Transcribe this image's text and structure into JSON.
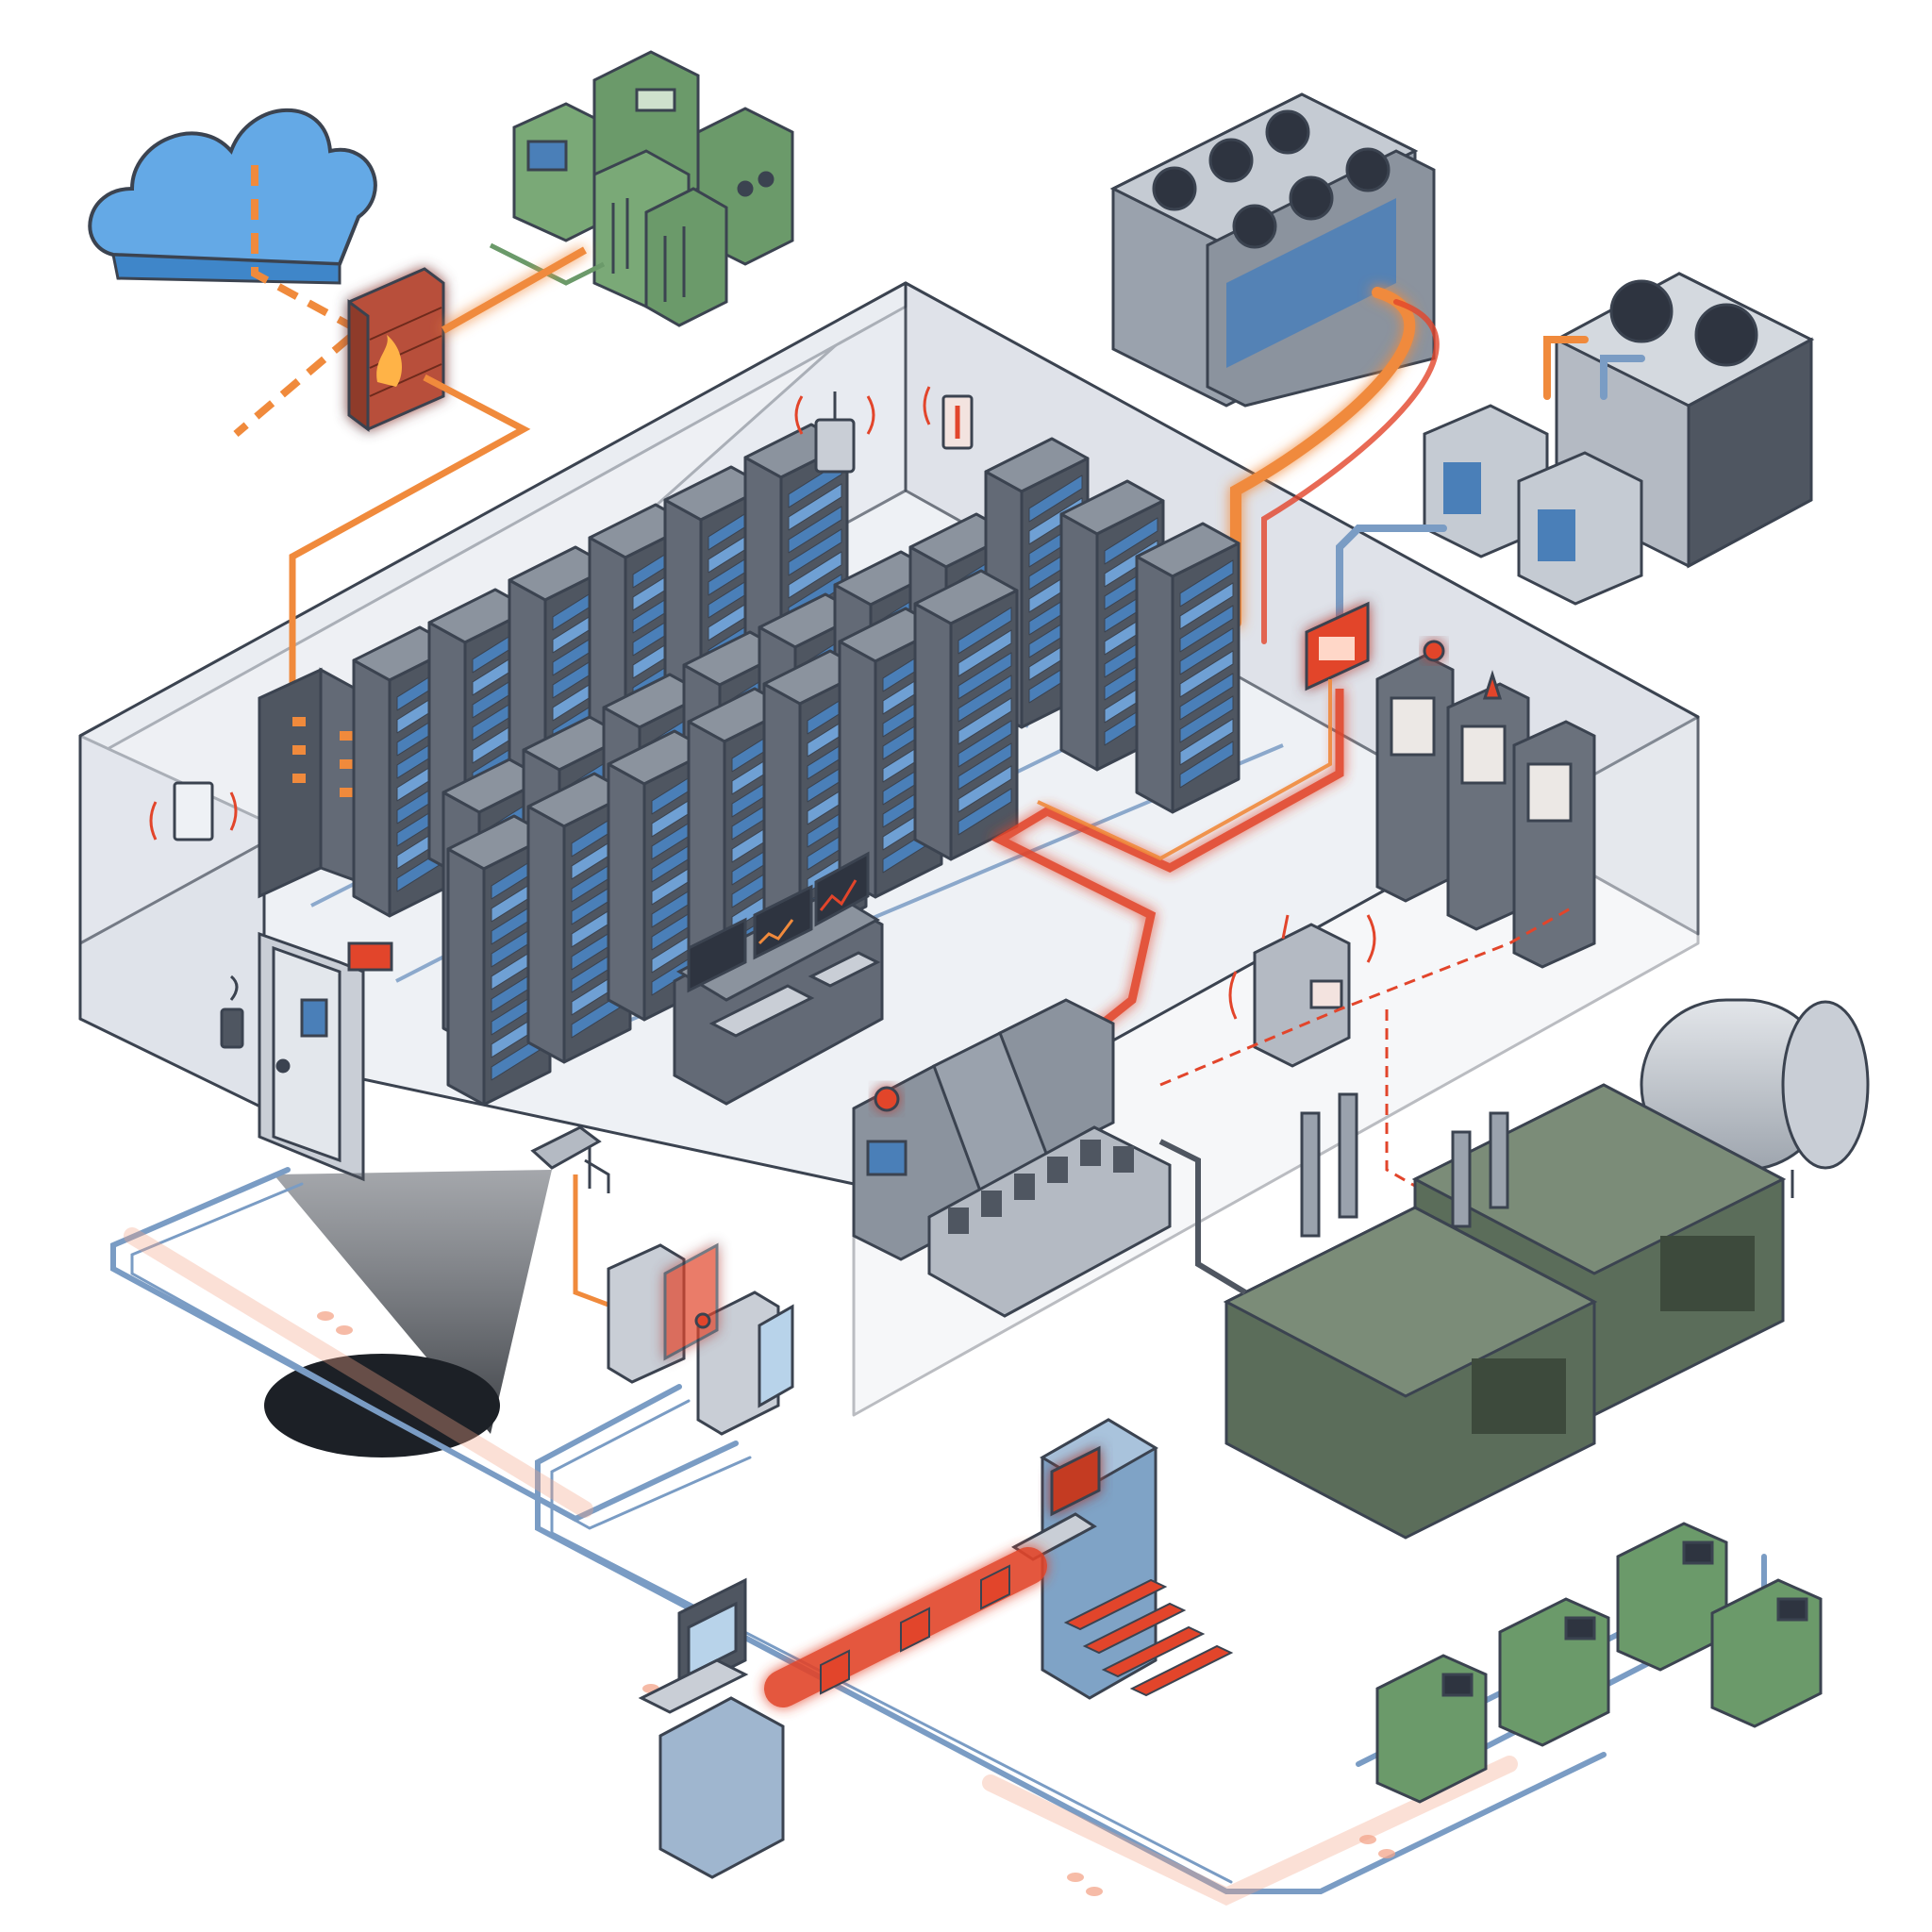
{
  "diagram": {
    "kind": "isometric data center security and infrastructure illustration",
    "text_labels": []
  },
  "nodes": [
    {
      "id": "cloud",
      "icon": "cloud-icon"
    },
    {
      "id": "firewall",
      "icon": "firewall-brick-icon"
    },
    {
      "id": "external-servers",
      "icon": "server-cluster-icon"
    },
    {
      "id": "chiller-units",
      "icon": "rooftop-chiller-icon"
    },
    {
      "id": "cooling-tower",
      "icon": "cooling-tower-icon"
    },
    {
      "id": "network-rack",
      "icon": "patch-panel-icon"
    },
    {
      "id": "server-racks",
      "icon": "server-rack-icon"
    },
    {
      "id": "wifi-access-point",
      "icon": "wireless-ap-icon"
    },
    {
      "id": "temperature-sensor",
      "icon": "thermometer-icon"
    },
    {
      "id": "wall-sensor",
      "icon": "wireless-sensor-icon"
    },
    {
      "id": "temperature-alarm-panel",
      "icon": "alarm-panel-icon"
    },
    {
      "id": "power-distribution-units",
      "icon": "pdu-cabinet-icon"
    },
    {
      "id": "monitoring-console",
      "icon": "control-console-icon"
    },
    {
      "id": "ups-battery-bank",
      "icon": "ups-battery-icon"
    },
    {
      "id": "wireless-control-box",
      "icon": "wireless-controller-icon"
    },
    {
      "id": "backup-generators",
      "icon": "generator-icon"
    },
    {
      "id": "fuel-tank",
      "icon": "fuel-tank-icon"
    },
    {
      "id": "entry-door",
      "icon": "secure-door-icon"
    },
    {
      "id": "keycard-reader",
      "icon": "keycard-reader-icon"
    },
    {
      "id": "security-camera",
      "icon": "cctv-camera-icon"
    },
    {
      "id": "turnstile-gate",
      "icon": "turnstile-icon"
    },
    {
      "id": "security-kiosk",
      "icon": "security-kiosk-icon"
    },
    {
      "id": "log-terminal",
      "icon": "terminal-icon"
    },
    {
      "id": "plc-controllers",
      "icon": "plc-module-icon"
    }
  ],
  "colors": {
    "background": "#ffffff",
    "floor": "#eef1f5",
    "wall_side": "#dfe3ea",
    "outline": "#3b4350",
    "rack_dark": "#4f5661",
    "rack_screen": "#4a7fb8",
    "cable_blue": "#7a9cc4",
    "cable_orange": "#f08a3c",
    "alert_red": "#e2452b",
    "green_equipment": "#6b9a6a",
    "cloud_blue": "#64a9e6",
    "generator_green": "#5b6d5a",
    "chiller_grey": "#9aa2ad"
  }
}
